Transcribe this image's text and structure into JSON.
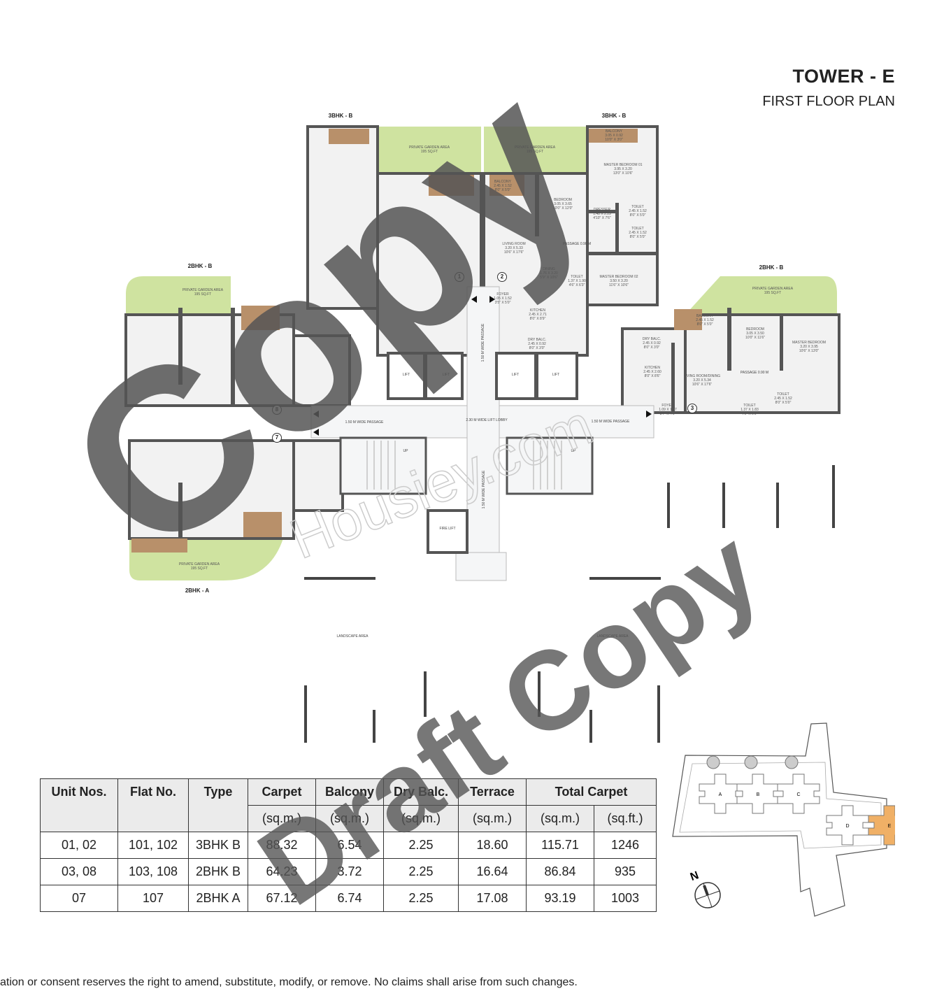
{
  "header": {
    "title": "TOWER - E",
    "subtitle": "FIRST FLOOR PLAN"
  },
  "units": [
    "3BHK - B",
    "3BHK - B",
    "2BHK - B",
    "2BHK - B",
    "2BHK - A"
  ],
  "gardens": [
    "PRIVATE GARDEN AREA",
    "195 SQ.FT"
  ],
  "rooms": [
    {
      "name": "BALCONY",
      "dims": "3.05 X 0.92\n10'0\" X 3'0\""
    },
    {
      "name": "MASTER BEDROOM 01",
      "dims": "3.95 X 3.20\n13'0\" X 10'6\""
    },
    {
      "name": "BEDROOM",
      "dims": "3.05 X 3.65\n10'0\" X 12'0\""
    },
    {
      "name": "DRESSER",
      "dims": "1.48 X 2.29\n4'10\" X 7'6\""
    },
    {
      "name": "TOILET",
      "dims": "2.45 X 1.52\n8'0\" X 5'0\""
    },
    {
      "name": "TOILET",
      "dims": "2.45 X 1.52\n8'0\" X 5'0\""
    },
    {
      "name": "LIVING ROOM",
      "dims": "3.20 X 5.33\n10'6\" X 17'6\""
    },
    {
      "name": "PASSAGE 0.90 M",
      "dims": ""
    },
    {
      "name": "DINING",
      "dims": "1.76 X 3.20\n5'9\" X 10'6\""
    },
    {
      "name": "TOILET",
      "dims": "1.37 X 1.90\n4'6\" X 6'3\""
    },
    {
      "name": "MASTER BEDROOM 02",
      "dims": "3.50 X 3.20\n11'6\" X 10'6\""
    },
    {
      "name": "BALCONY",
      "dims": "2.45 X 1.52\n8'0\" X 5'0\""
    },
    {
      "name": "FOYER",
      "dims": "1.05 X 1.52\n3'5\" X 5'0\""
    },
    {
      "name": "KITCHEN",
      "dims": "2.45 X 2.71\n8'0\" X 8'9\""
    },
    {
      "name": "DRY BALC.",
      "dims": "2.45 X 0.92\n8'0\" X 3'0\""
    },
    {
      "name": "BALCONY",
      "dims": "2.45 X 1.52\n8'0\" X 5'0\""
    },
    {
      "name": "BEDROOM",
      "dims": "3.05 X 3.50\n10'0\" X 11'6\""
    },
    {
      "name": "MASTER BEDROOM",
      "dims": "3.20 X 3.95\n10'6\" X 13'0\""
    },
    {
      "name": "DRY BALC.",
      "dims": "2.45 X 0.92\n8'0\" X 3'0\""
    },
    {
      "name": "KITCHEN",
      "dims": "2.45 X 2.60\n8'0\" X 8'6\""
    },
    {
      "name": "LIVING ROOM/DINING",
      "dims": "3.20 X 5.34\n10'6\" X 17'6\""
    },
    {
      "name": "PASSAGE 0.90 M",
      "dims": ""
    },
    {
      "name": "FOYER",
      "dims": "1.09 X 1.37\n3'7\" X 4'6\""
    },
    {
      "name": "TOILET",
      "dims": "1.37 X 1.83\n4'6\" X 6'0\""
    },
    {
      "name": "TOILET",
      "dims": "2.45 X 1.52\n8'0\" X 5'0\""
    }
  ],
  "lobby": {
    "lift": "LIFT",
    "fire_lift": "FIRE LIFT",
    "up": "UP",
    "passage": "1.50 M WIDE PASSAGE",
    "lift_lobby": "2.30 M WIDE LIFT LOBBY",
    "landscape": "LANDSCAPE AREA"
  },
  "unit_numbers": [
    "1",
    "2",
    "3",
    "7",
    "8"
  ],
  "table": {
    "headers": [
      "Unit Nos.",
      "Flat No.",
      "Type",
      "Carpet",
      "Balcony",
      "Dry Balc.",
      "Terrace",
      "Total Carpet"
    ],
    "subheaders": [
      "(sq.m.)",
      "(sq.m.)",
      "(sq.m.)",
      "(sq.m.)",
      "(sq.m.)",
      "(sq.ft.)"
    ],
    "rows": [
      [
        "01, 02",
        "101, 102",
        "3BHK B",
        "88.32",
        "6.54",
        "2.25",
        "18.60",
        "115.71",
        "1246"
      ],
      [
        "03, 08",
        "103, 108",
        "2BHK B",
        "64.23",
        "3.72",
        "2.25",
        "16.64",
        "86.84",
        "935"
      ],
      [
        "07",
        "107",
        "2BHK A",
        "67.12",
        "6.74",
        "2.25",
        "17.08",
        "93.19",
        "1003"
      ]
    ]
  },
  "key_plan": {
    "towers": [
      "A",
      "B",
      "C",
      "D",
      "E"
    ],
    "highlight": "E",
    "north": "N",
    "highlight_color": "#f0b066"
  },
  "footer": "ation or consent reserves the right to amend, substitute, modify, or remove. No claims shall arise from such changes.",
  "watermarks": [
    "Copy",
    "Draft Copy",
    "Housiey.com"
  ],
  "colors": {
    "garden": "#cfe3a0",
    "wall": "#555555",
    "balcony": "#b8906a",
    "floor": "#f2f2f2"
  }
}
